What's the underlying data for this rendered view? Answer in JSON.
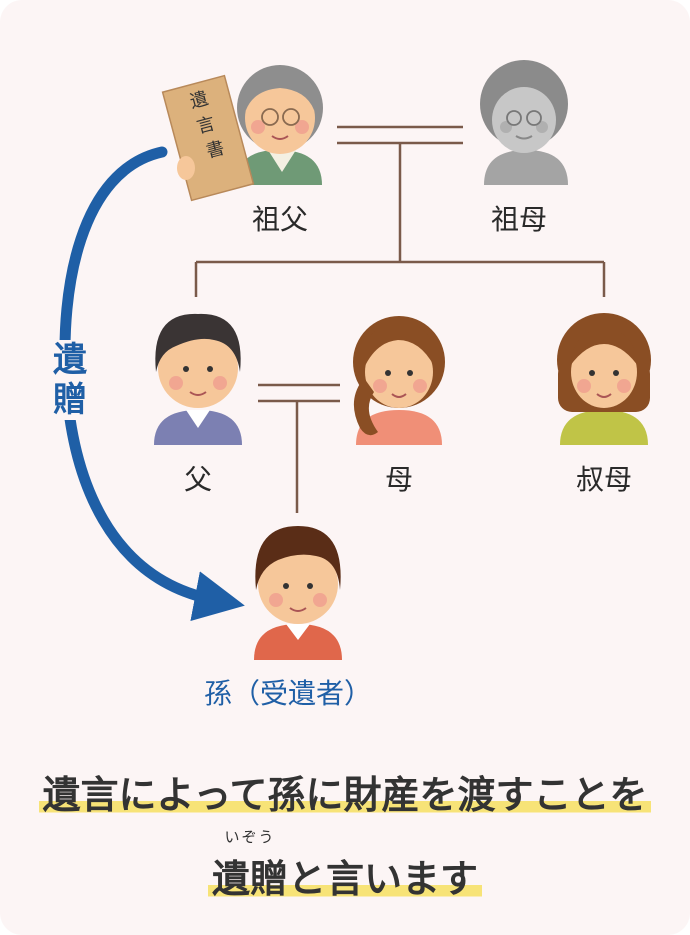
{
  "doc": {
    "text": "遺言書"
  },
  "people": {
    "grandfather": "祖父",
    "grandmother": "祖母",
    "father": "父",
    "mother": "母",
    "aunt": "叔母",
    "grandchild": "孫（受遺者）"
  },
  "arrow_label": [
    "遺",
    "贈"
  ],
  "caption": {
    "line1": "遺言によって孫に財産を渡すことを",
    "line2_term": "遺贈",
    "line2_rest": "と言います",
    "reading": "いぞう"
  },
  "colors": {
    "line": "#7a5a4a",
    "arrow": "#1f5fa6",
    "highlight": "#f7e377",
    "background": "#fcf5f5"
  }
}
